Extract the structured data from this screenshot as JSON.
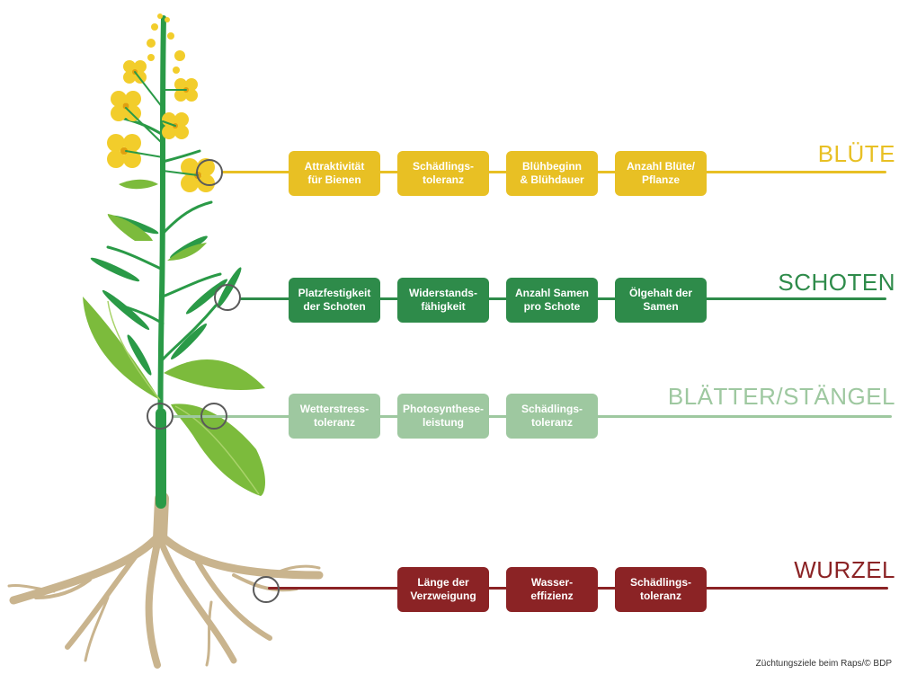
{
  "colors": {
    "bluete": "#e8c024",
    "schoten": "#2e8b4a",
    "blaetter": "#9ec8a0",
    "wurzel": "#8b2325",
    "stem": "#2a9a47",
    "leaf": "#7cbb3c",
    "root": "#c9b48e",
    "flower": "#f2cd2b"
  },
  "sections": [
    {
      "id": "bluete",
      "title": "BLÜTE",
      "traits": [
        "Attraktivität\nfür Bienen",
        "Schädlings-\ntoleranz",
        "Blühbeginn\n& Blühdauer",
        "Anzahl Blüte/\nPflanze"
      ]
    },
    {
      "id": "schoten",
      "title": "SCHOTEN",
      "traits": [
        "Platzfestigkeit\nder Schoten",
        "Widerstands-\nfähigkeit",
        "Anzahl Samen\npro Schote",
        "Ölgehalt der\nSamen"
      ]
    },
    {
      "id": "blaetter",
      "title": "BLÄTTER/STÄNGEL",
      "traits": [
        "Wetterstress-\ntoleranz",
        "Photosynthese-\nleistung",
        "Schädlings-\ntoleranz"
      ]
    },
    {
      "id": "wurzel",
      "title": "WURZEL",
      "traits": [
        "Länge der\nVerzweigung",
        "Wasser-\neffizienz",
        "Schädlings-\ntoleranz"
      ]
    }
  ],
  "caption": "Züchtungsziele beim Raps/© BDP"
}
